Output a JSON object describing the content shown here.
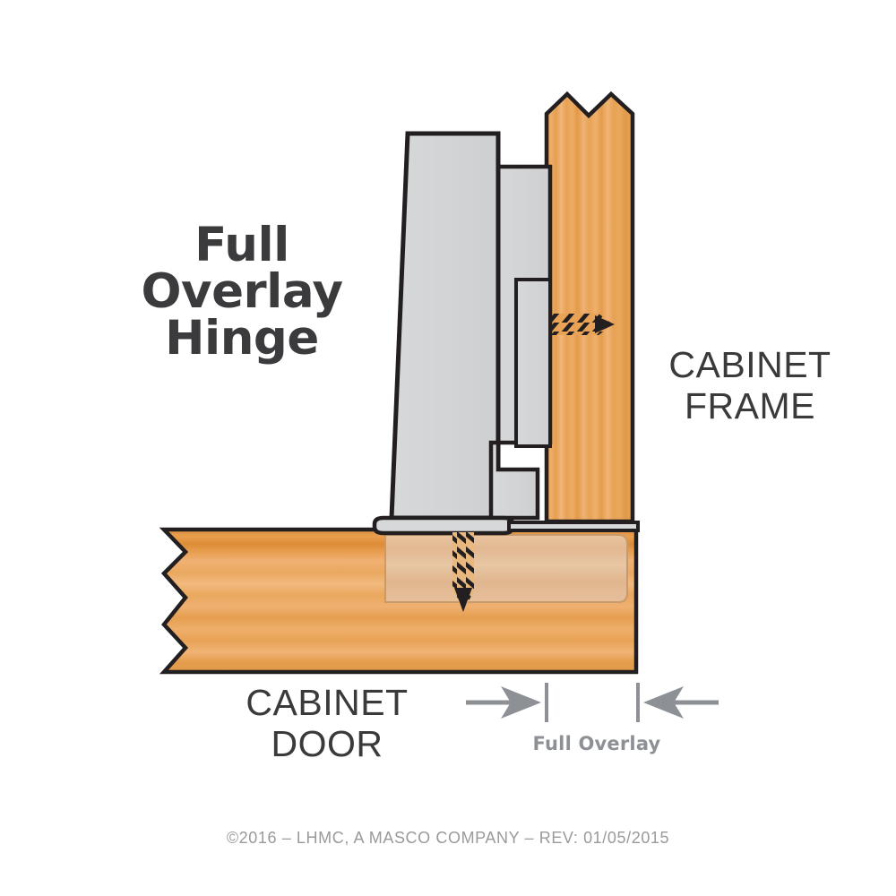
{
  "title": {
    "line1": "Full",
    "line2": "Overlay",
    "line3": "Hinge"
  },
  "labels": {
    "frame_line1": "CABINET",
    "frame_line2": "FRAME",
    "door_line1": "CABINET",
    "door_line2": "DOOR",
    "dimension": "Full Overlay"
  },
  "footer": {
    "text": "©2016 – LHMC, A MASCO COMPANY – REV: 01/05/2015"
  },
  "colors": {
    "background": "#ffffff",
    "wood_base": "#e8a356",
    "wood_light": "#f0bc80",
    "wood_dark": "#d98b38",
    "wood_recess": "#e4bb92",
    "metal_fill": "#d3d5d7",
    "metal_light": "#dcdee0",
    "outline": "#231f20",
    "title_text": "#3b3b3d",
    "label_text": "#3a3a3c",
    "dimension_gray": "#8d9196",
    "footer_text": "#9a9a9c",
    "screw_dark": "#231f20"
  },
  "diagram": {
    "type": "technical-cross-section",
    "subject": "Full overlay cabinet hinge cross section",
    "parts": [
      "cabinet-frame",
      "cabinet-door",
      "hinge-cup",
      "hinge-arm",
      "mounting-plate",
      "frame-screw",
      "door-screw"
    ],
    "dimension_callout": {
      "label": "Full Overlay",
      "left_tick_x": 610,
      "right_tick_x": 712,
      "arrow_direction": "inward"
    }
  }
}
